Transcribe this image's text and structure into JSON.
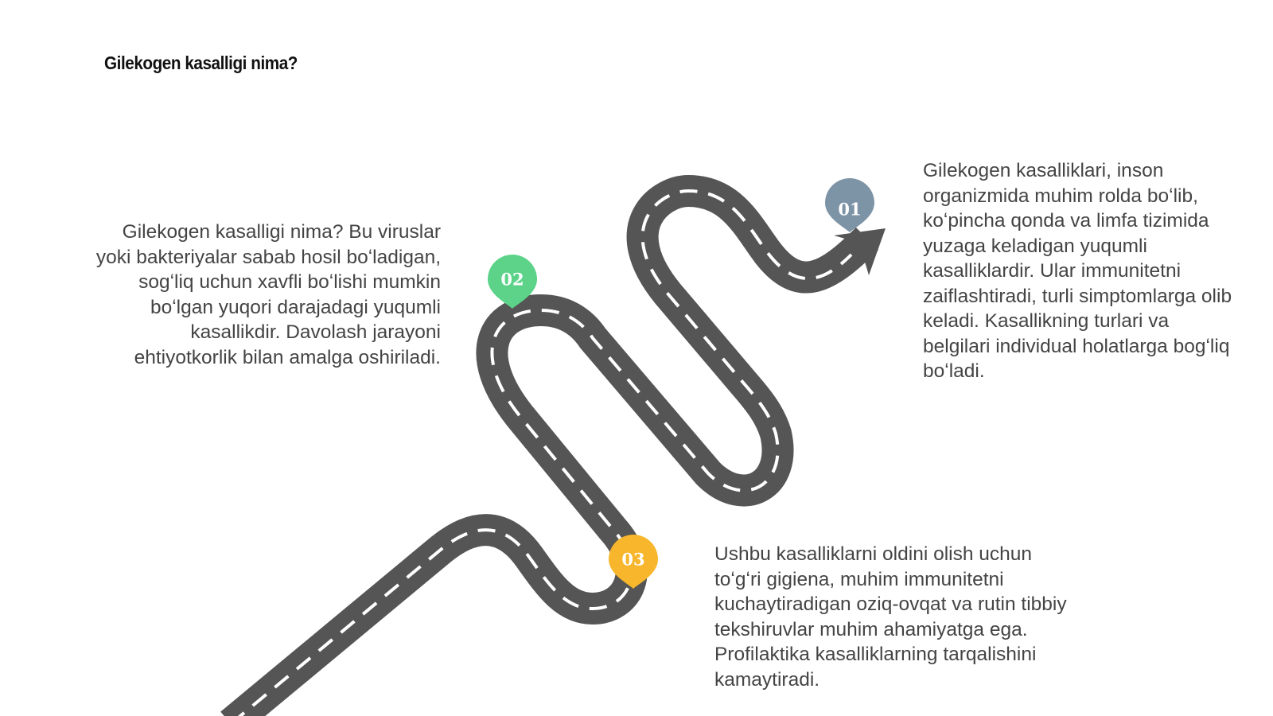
{
  "title": "Gilekogen kasalligi nima?",
  "steps": [
    {
      "number": "01",
      "color": "#7d93a6",
      "text": "Gilekogen kasalliklari, inson organizmida muhim rolda boʻlib, koʻpincha qonda va limfa tizimida yuzaga keladigan yuqumli kasalliklardir. Ular immunitetni zaiflashtiradi, turli simptomlarga olib keladi. Kasallikning turlari va belgilari individual holatlarga bogʻliq boʻladi."
    },
    {
      "number": "02",
      "color": "#5cd389",
      "text": "Gilekogen kasalligi nima? Bu viruslar yoki bakteriyalar sabab hosil boʻladigan, sogʻliq uchun xavfli boʻlishi mumkin boʻlgan yuqori darajadagi yuqumli kasallikdir. Davolash jarayoni ehtiyotkorlik bilan amalga oshiriladi."
    },
    {
      "number": "03",
      "color": "#f7b62b",
      "text": "Ushbu kasalliklarni oldini olish uchun toʻgʻri gigiena, muhim immunitetni kuchaytiradigan oziq-ovqat va rutin tibbiy tekshiruvlar muhim ahamiyatga ega. Profilaktika kasalliklarning tarqalishini kamaytiradi."
    }
  ],
  "road_color": "#555555",
  "lane_color": "#ffffff"
}
